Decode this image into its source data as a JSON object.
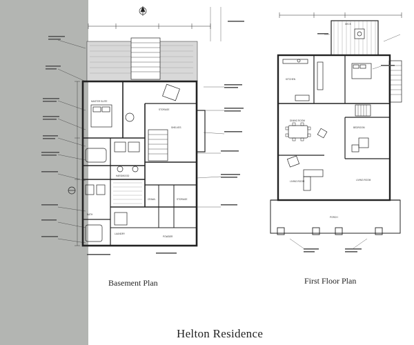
{
  "sheet": {
    "title": "Helton Residence",
    "band_color": "#b3b5b2"
  },
  "plans": [
    {
      "label": "Basement Plan",
      "rooms": [
        "MASTER SUITE",
        "STORAGE",
        "HARDWOOD",
        "SHELVES",
        "STORAGE",
        "CRAWL",
        "POWDER",
        "BATH",
        "LAUNDRY"
      ]
    },
    {
      "label": "First Floor Plan",
      "rooms": [
        "DECK",
        "KITCHEN",
        "DINING ROOM",
        "BEDROOM",
        "LIVING ROOM",
        "LIVING ROOM",
        "PORCH"
      ]
    }
  ],
  "icons": [
    "north-arrow-icon",
    "section-marker-icon"
  ]
}
